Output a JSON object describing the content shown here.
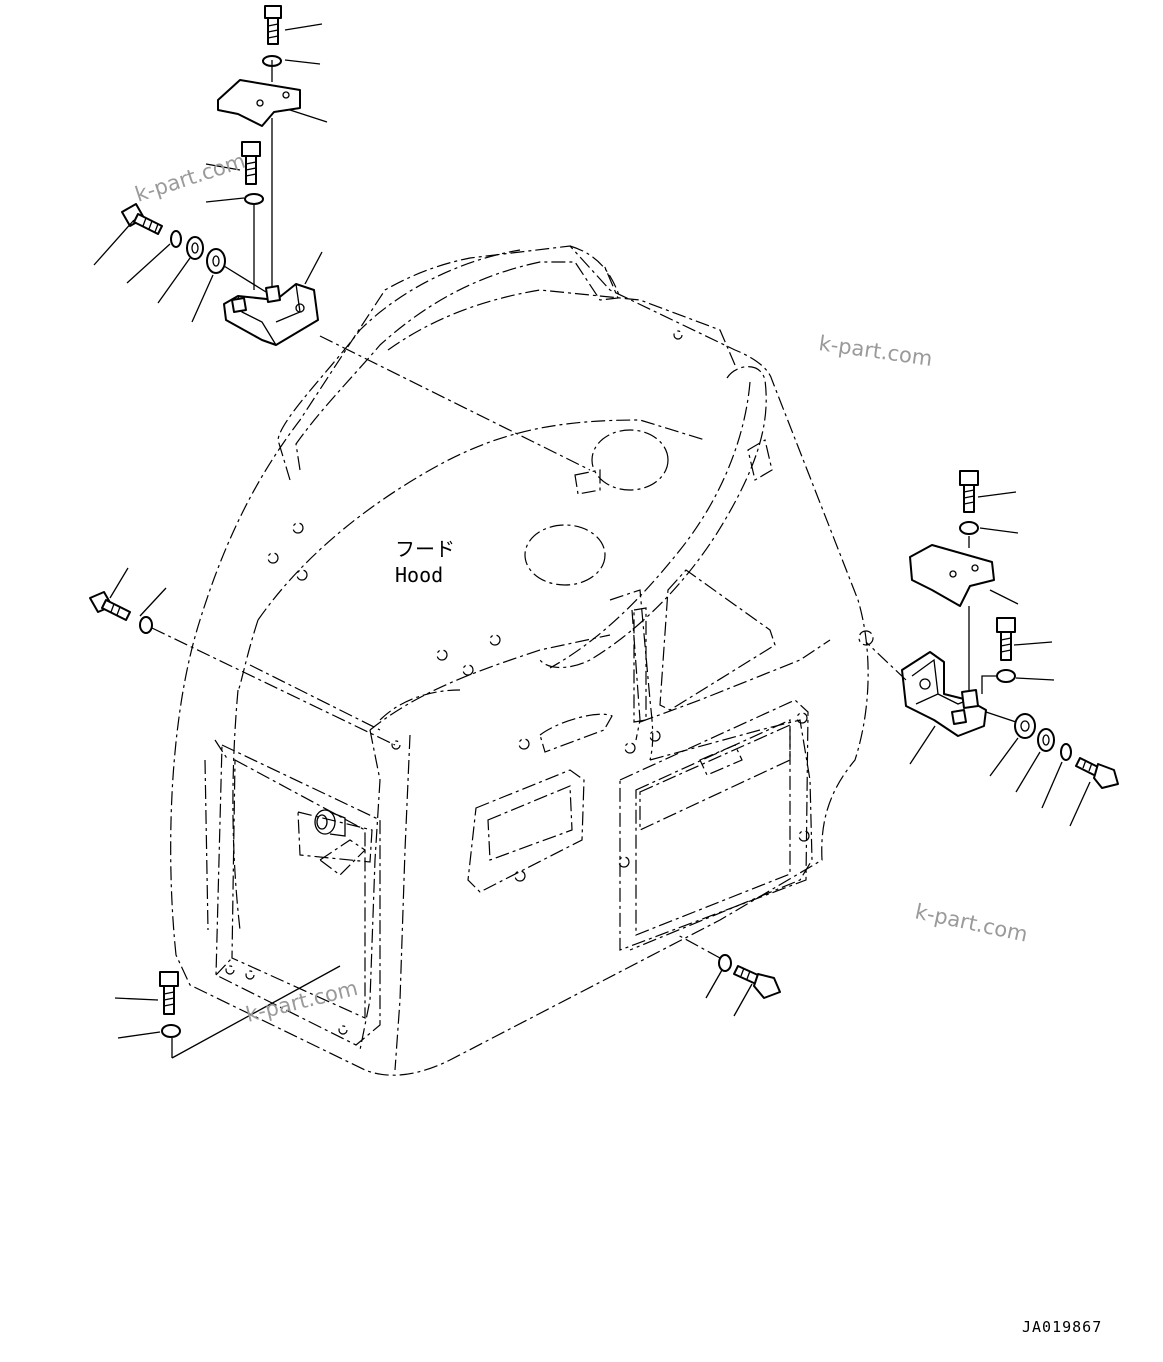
{
  "hood_label_jp": "フード",
  "hood_label_en": "Hood",
  "drawing_code": "JA019867",
  "watermark": "k-part.com"
}
